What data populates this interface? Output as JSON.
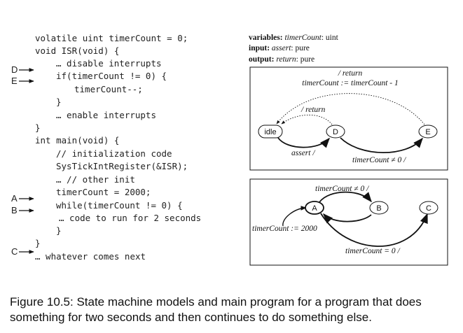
{
  "code": {
    "lines": [
      "volatile uint timerCount = 0;",
      "void ISR(void) {",
      "… disable interrupts",
      "if(timerCount != 0) {",
      "timerCount--;",
      "}",
      "… enable interrupts",
      "}",
      "int main(void) {",
      "// initialization code",
      "SysTickIntRegister(&ISR);",
      "… // other init",
      "timerCount = 2000;",
      "while(timerCount != 0) {",
      "… code to run for 2 seconds",
      "}",
      "}",
      "… whatever comes next"
    ],
    "markers": [
      "D",
      "E",
      "A",
      "B",
      "C"
    ]
  },
  "header": {
    "variables_label": "variables:",
    "variables_name": "timerCount",
    "variables_type": ": uint",
    "input_label": "input:",
    "input_name": "assert",
    "input_type": ": pure",
    "output_label": "output:",
    "output_name": "return",
    "output_type": ": pure"
  },
  "isr_machine": {
    "states": [
      "idle",
      "D",
      "E"
    ],
    "top_label_line1": "/ return",
    "top_label_line2": "timerCount := timerCount - 1",
    "d_to_idle": "/ return",
    "idle_to_d": "assert /",
    "d_to_e": "timerCount ≠ 0  /"
  },
  "main_machine": {
    "states": [
      "A",
      "B",
      "C"
    ],
    "a_to_b": "timerCount ≠ 0  /",
    "initial": "timerCount := 2000",
    "b_to_c": "timerCount = 0  /"
  },
  "caption": "Figure 10.5: State machine models and main program for a program that does something for two seconds and then continues to do something else."
}
